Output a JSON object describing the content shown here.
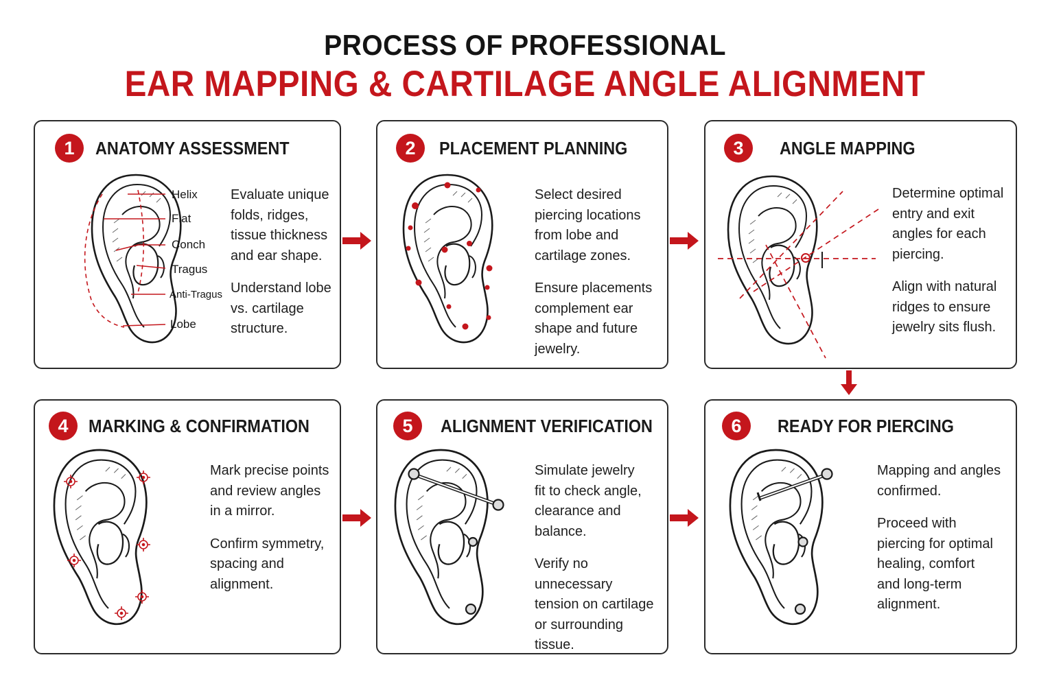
{
  "title": {
    "line1": "PROCESS OF PROFESSIONAL",
    "line2": "EAR MAPPING & CARTILAGE ANGLE ALIGNMENT"
  },
  "colors": {
    "accent": "#c4161c",
    "ink": "#1a1a1a",
    "border": "#2a2a2a"
  },
  "steps": [
    {
      "number": "1",
      "title": "ANATOMY ASSESSMENT",
      "labels": [
        "Helix",
        "Flat",
        "Conch",
        "Tragus",
        "Anti-Tragus",
        "Lobe"
      ],
      "paragraphs": [
        "Evaluate unique\nfolds, ridges,\ntissue thickness\nand ear shape.",
        "Understand lobe\nvs. cartilage\nstructure."
      ]
    },
    {
      "number": "2",
      "title": "PLACEMENT PLANNING",
      "paragraphs": [
        "Select desired\npiercing locations\nfrom lobe and\ncartilage zones.",
        "Ensure placements\ncomplement ear\nshape and future\njewelry."
      ]
    },
    {
      "number": "3",
      "title": "ANGLE MAPPING",
      "paragraphs": [
        "Determine optimal\nentry and exit\nangles for each\npiercing.",
        "Align with natural\nridges to ensure\njewelry sits flush."
      ]
    },
    {
      "number": "4",
      "title": "MARKING & CONFIRMATION",
      "paragraphs": [
        "Mark precise points\nand review angles\nin a mirror.",
        "Confirm symmetry,\nspacing and\nalignment."
      ]
    },
    {
      "number": "5",
      "title": "ALIGNMENT VERIFICATION",
      "paragraphs": [
        "Simulate jewelry\nfit to check angle,\nclearance and\nbalance.",
        "Verify no unnecessary\ntension on cartilage\nor surrounding\ntissue."
      ]
    },
    {
      "number": "6",
      "title": "READY FOR PIERCING",
      "paragraphs": [
        "Mapping and angles\nconfirmed.",
        "Proceed with\npiercing for optimal\nhealing, comfort\nand long-term\nalignment."
      ]
    }
  ]
}
